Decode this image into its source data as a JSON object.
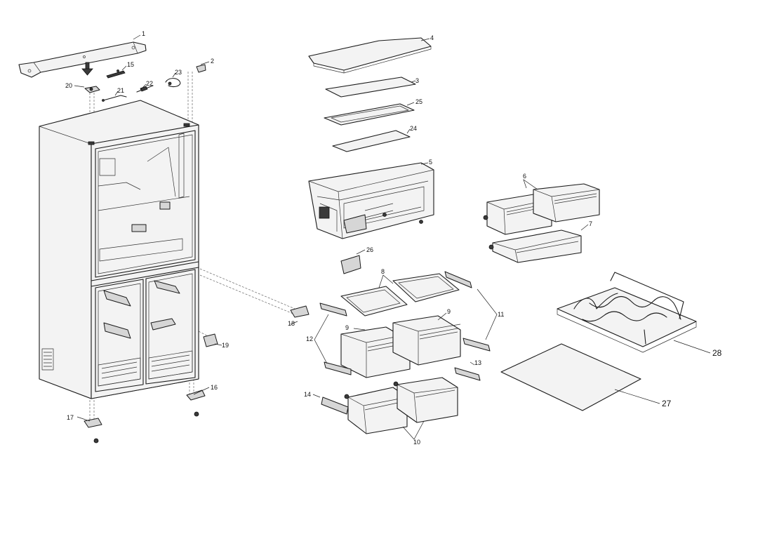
{
  "diagram": {
    "parts": [
      {
        "number": "1"
      },
      {
        "number": "2"
      },
      {
        "number": "3"
      },
      {
        "number": "4"
      },
      {
        "number": "5"
      },
      {
        "number": "6"
      },
      {
        "number": "7"
      },
      {
        "number": "8"
      },
      {
        "number": "9"
      },
      {
        "number": "10"
      },
      {
        "number": "11"
      },
      {
        "number": "12"
      },
      {
        "number": "13"
      },
      {
        "number": "14"
      },
      {
        "number": "15"
      },
      {
        "number": "16"
      },
      {
        "number": "17"
      },
      {
        "number": "18"
      },
      {
        "number": "19"
      },
      {
        "number": "20"
      },
      {
        "number": "21"
      },
      {
        "number": "22"
      },
      {
        "number": "23"
      },
      {
        "number": "24"
      },
      {
        "number": "25"
      },
      {
        "number": "26"
      },
      {
        "number": "27"
      },
      {
        "number": "28"
      }
    ]
  }
}
